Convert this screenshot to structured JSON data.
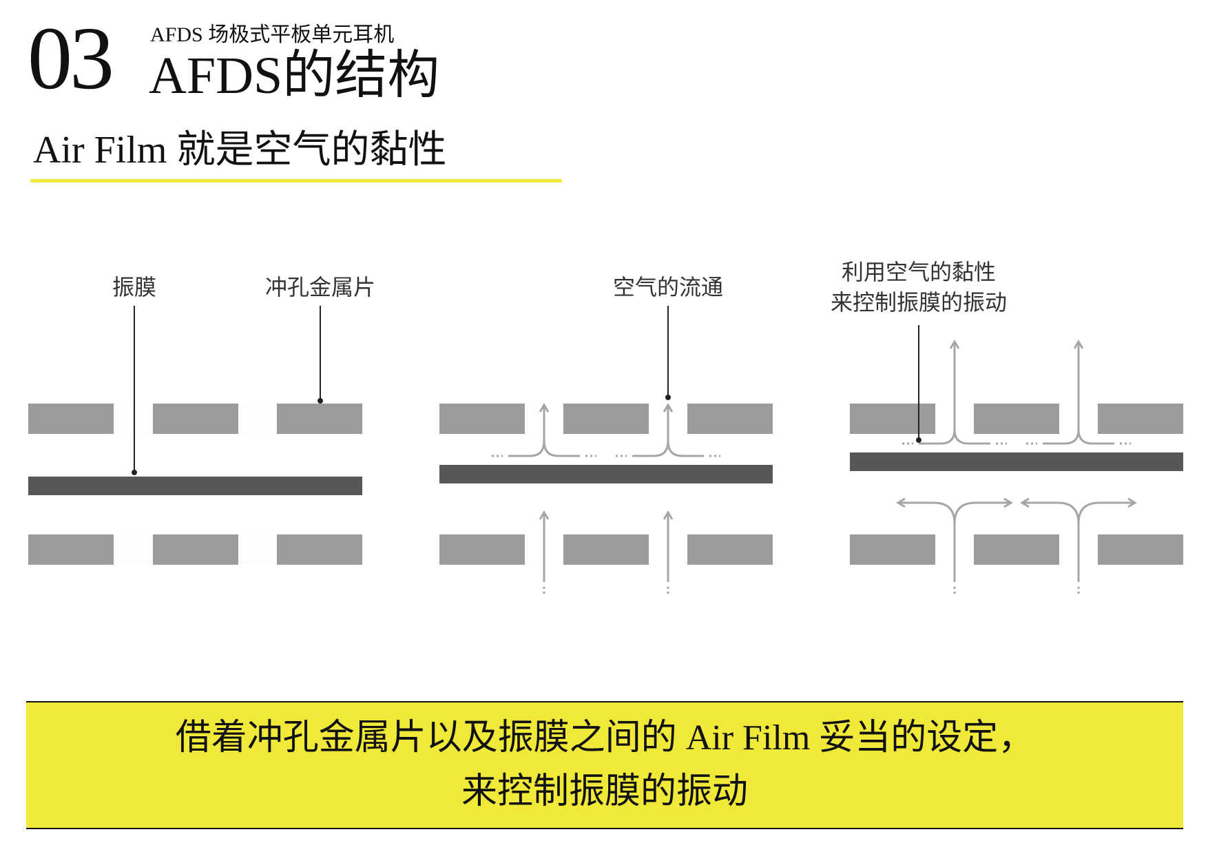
{
  "header": {
    "number": "03",
    "subtitle": "AFDS 场极式平板单元耳机",
    "title": "AFDS的结构"
  },
  "section": {
    "title": "Air Film 就是空气的黏性"
  },
  "diagram": {
    "panel1": {
      "label_diaphragm": "振膜",
      "label_plate": "冲孔金属片"
    },
    "panel2": {
      "label_airflow": "空气的流通"
    },
    "panel3": {
      "label_line1": "利用空气的黏性",
      "label_line2": "来控制振膜的振动"
    },
    "colors": {
      "plate": "#9b9b9b",
      "diaphragm": "#575757",
      "arrow": "#a6a6a6",
      "leader": "#222222",
      "accent": "#f1e93a"
    }
  },
  "callout": {
    "line1": "借着冲孔金属片以及振膜之间的 Air Film 妥当的设定，",
    "line2": "来控制振膜的振动"
  }
}
